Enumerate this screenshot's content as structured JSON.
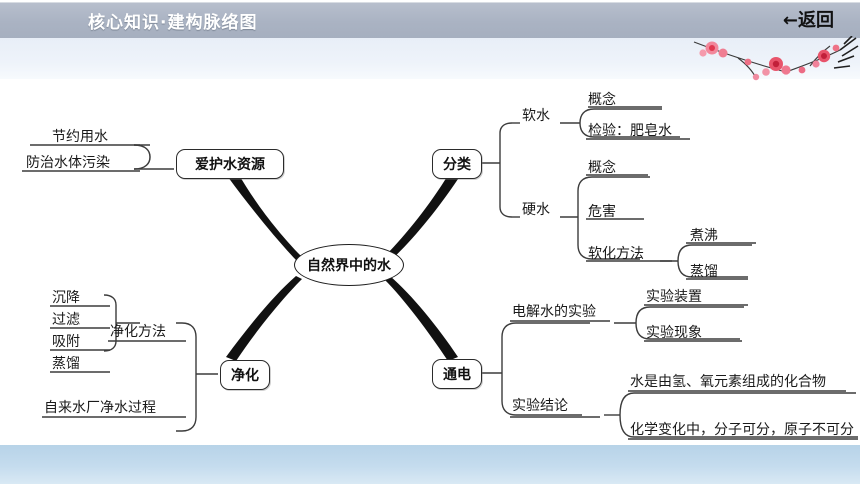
{
  "header": {
    "title": "核心知识·建构脉络图",
    "back_label": "←返回",
    "band_color": "#aab3c3",
    "subband_color": "#eef3fa",
    "footer_color": "#c5dcee"
  },
  "decoration": {
    "name": "plum-blossom-branch",
    "flower_color": "#e8546b",
    "branch_color": "#2b2b2b"
  },
  "mindmap": {
    "center": "自然界中的水",
    "branches": [
      {
        "id": "protect",
        "label": "爱护水资源",
        "children": [
          {
            "label": "节约用水"
          },
          {
            "label": "防治水体污染"
          }
        ]
      },
      {
        "id": "classify",
        "label": "分类",
        "children": [
          {
            "label": "软水",
            "children": [
              {
                "label": "概念"
              },
              {
                "label": "检验：肥皂水"
              }
            ]
          },
          {
            "label": "硬水",
            "children": [
              {
                "label": "概念"
              },
              {
                "label": "危害"
              },
              {
                "label": "软化方法",
                "children": [
                  {
                    "label": "煮沸"
                  },
                  {
                    "label": "蒸馏"
                  }
                ]
              }
            ]
          }
        ]
      },
      {
        "id": "purify",
        "label": "净化",
        "children": [
          {
            "label": "净化方法",
            "children": [
              {
                "label": "沉降"
              },
              {
                "label": "过滤"
              },
              {
                "label": "吸附"
              },
              {
                "label": "蒸馏"
              }
            ]
          },
          {
            "label": "自来水厂净水过程"
          }
        ]
      },
      {
        "id": "electrify",
        "label": "通电",
        "children": [
          {
            "label": "电解水的实验",
            "children": [
              {
                "label": "实验装置"
              },
              {
                "label": "实验现象"
              }
            ]
          },
          {
            "label": "实验结论",
            "children": [
              {
                "label": "水是由氢、氧元素组成的化合物"
              },
              {
                "label": "化学变化中，分子可分，原子不可分"
              }
            ]
          }
        ]
      }
    ]
  }
}
